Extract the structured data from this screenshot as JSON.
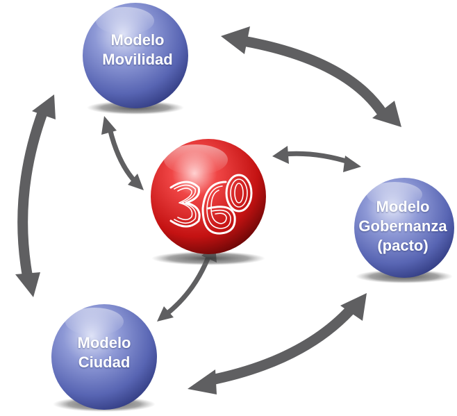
{
  "colors": {
    "arrow": "#5f5f61",
    "blue_sphere_light": "#b7bfe6",
    "blue_sphere_mid": "#6f7cc4",
    "blue_sphere_dark": "#3c478f",
    "red_sphere_light": "#ff9c9c",
    "red_sphere_mid": "#d61c1c",
    "red_sphere_dark": "#6e0707",
    "label": "#ffffff"
  },
  "center": {
    "label": "360",
    "icon": "360-logo-icon"
  },
  "nodes": {
    "movilidad": {
      "line1": "Modelo",
      "line2": "Movilidad"
    },
    "gobernanza": {
      "line1": "Modelo",
      "line2": "Gobernanza",
      "line3": "(pacto)"
    },
    "ciudad": {
      "line1": "Modelo",
      "line2": "Ciudad"
    }
  }
}
